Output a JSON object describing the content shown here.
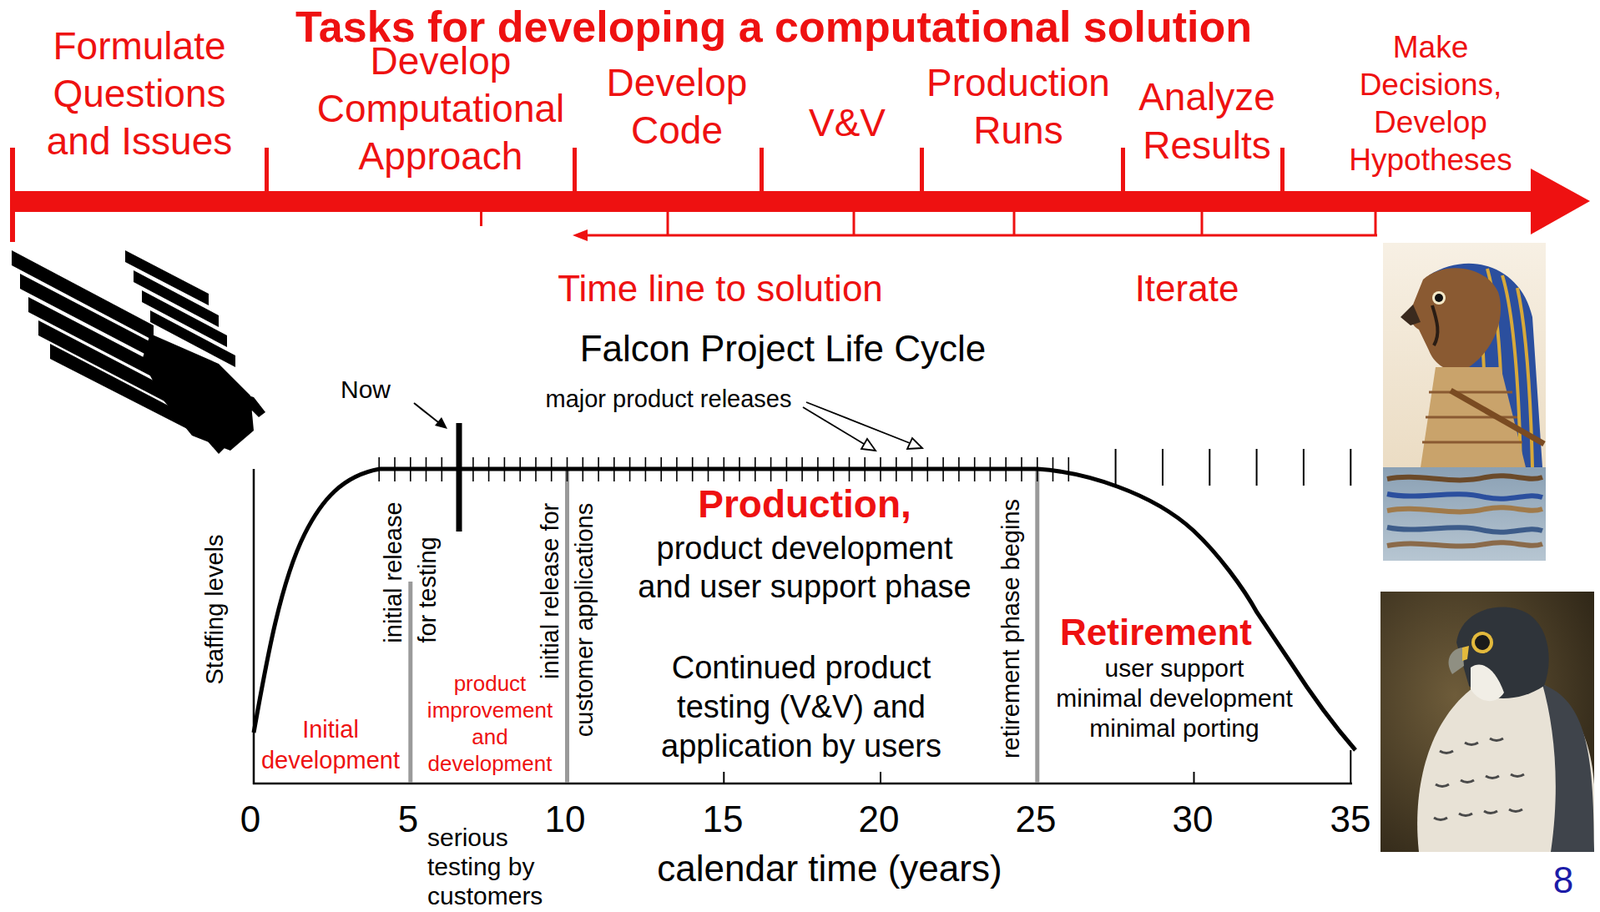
{
  "diagram": {
    "title": "Tasks for developing a computational solution",
    "labels": [
      "Formulate Questions and Issues",
      "Develop Computational Approach",
      "Develop Code",
      "V&V",
      "Production Runs",
      "Analyze Results",
      "Make Decisions, Develop Hypotheses",
      "Time line to solution",
      "Iterate",
      "Falcon Project Life Cycle",
      "Now",
      "major product releases",
      "Staffing levels",
      "initial release for testing",
      "initial release for customer applications",
      "Production,",
      "product development and user support phase",
      "Continued product testing (V&V) and application by users",
      "retirement phase begins",
      "Retirement",
      "user support minimal development minimal porting",
      "Initial development",
      "product improvement and development",
      "0",
      "5",
      "10",
      "15",
      "20",
      "25",
      "30",
      "35",
      "serious testing by customers",
      "calendar time (years)",
      "8"
    ]
  }
}
